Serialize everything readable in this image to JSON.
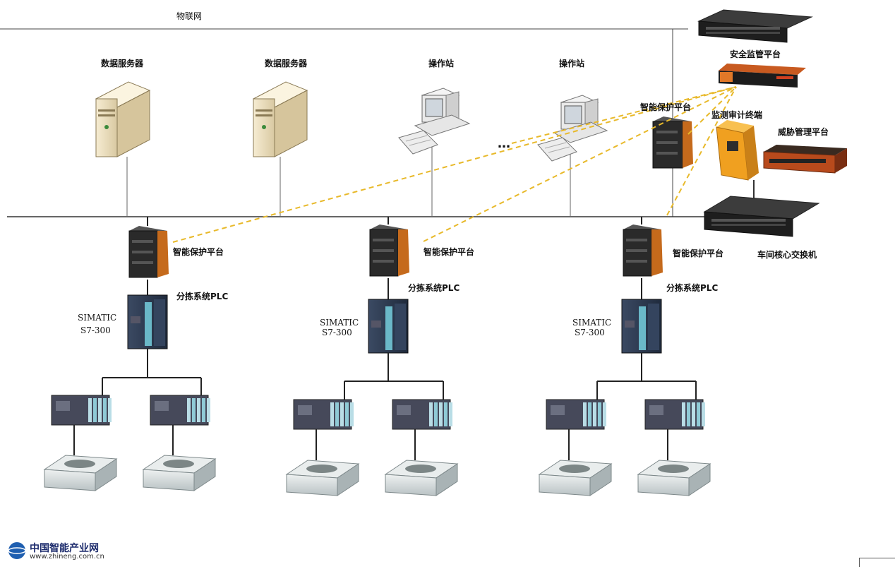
{
  "network_label": "物联网",
  "devices": {
    "data_server_1": "数据服务器",
    "data_server_2": "数据服务器",
    "operator_station_1": "操作站",
    "operator_station_2": "操作站",
    "security_platform": "安全监管平台",
    "protection_platform_top": "智能保护平台",
    "audit_terminal": "监测审计终端",
    "threat_platform": "威胁管理平台",
    "core_switch": "车间核心交换机"
  },
  "ellipsis": "…",
  "branches": [
    {
      "protection_label": "智能保护平台",
      "plc_label": "分拣系统PLC",
      "model_line1": "SIMATIC",
      "model_line2": "S7-300"
    },
    {
      "protection_label": "智能保护平台",
      "plc_label": "分拣系统PLC",
      "model_line1": "SIMATIC",
      "model_line2": "S7-300"
    },
    {
      "protection_label": "智能保护平台",
      "plc_label": "分拣系统PLC",
      "model_line1": "SIMATIC",
      "model_line2": "S7-300"
    }
  ],
  "watermark": {
    "brand": "中国智能产业网",
    "url": "www.zhineng.com.cn"
  },
  "colors": {
    "link_dashed": "#e8b92a",
    "line": "#333333",
    "server_body": "#efe3c4",
    "plc_blue": "#2d3c54",
    "guard_orange": "#d4781e",
    "audit_orange": "#f0a020"
  }
}
